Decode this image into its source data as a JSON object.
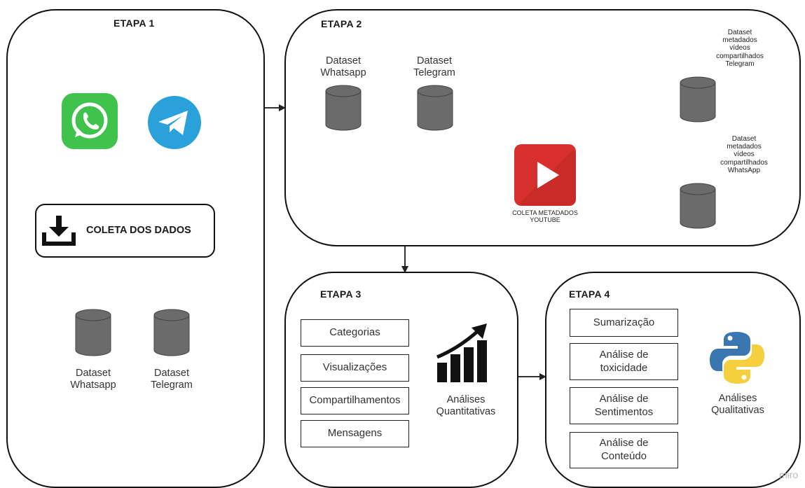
{
  "stage1": {
    "title": "ETAPA 1",
    "collect_label": "COLETA DOS DADOS",
    "db_whatsapp": "Dataset\nWhatsapp",
    "db_telegram": "Dataset\nTelegram",
    "icons": [
      "whatsapp-logo-icon",
      "telegram-logo-icon",
      "download-icon",
      "database-icon"
    ]
  },
  "stage2": {
    "title": "ETAPA 2",
    "db_whatsapp": "Dataset\nWhatsapp",
    "db_telegram": "Dataset\nTelegram",
    "youtube_label": "COLETA METADADOS\nYOUTUBE",
    "out_telegram": "Dataset\nmetadados\nvídeos\ncompartilhados\nTelegram",
    "out_whatsapp": "Dataset\nmetadados\nvídeos\ncompartilhados\nWhatsApp",
    "icons": [
      "youtube-play-icon",
      "database-icon"
    ]
  },
  "stage3": {
    "title": "ETAPA 3",
    "boxes": [
      "Categorias",
      "Visualizações",
      "Compartilhamentos",
      "Mensagens"
    ],
    "label": "Análises\nQuantitativas",
    "icons": [
      "growth-chart-icon"
    ]
  },
  "stage4": {
    "title": "ETAPA 4",
    "boxes": [
      "Sumarização",
      "Análise de\ntoxicidade",
      "Análise de\nSentimentos",
      "Análise de\nConteúdo"
    ],
    "label": "Análises\nQualitativas",
    "icons": [
      "python-logo-icon"
    ]
  },
  "watermark": "miro",
  "colors": {
    "whatsapp": "#3fc34d",
    "telegram": "#2aa1da",
    "youtube": "#d8302c",
    "database": "#6b6b6b",
    "python_blue": "#3a76af",
    "python_yellow": "#f5cf3d"
  }
}
